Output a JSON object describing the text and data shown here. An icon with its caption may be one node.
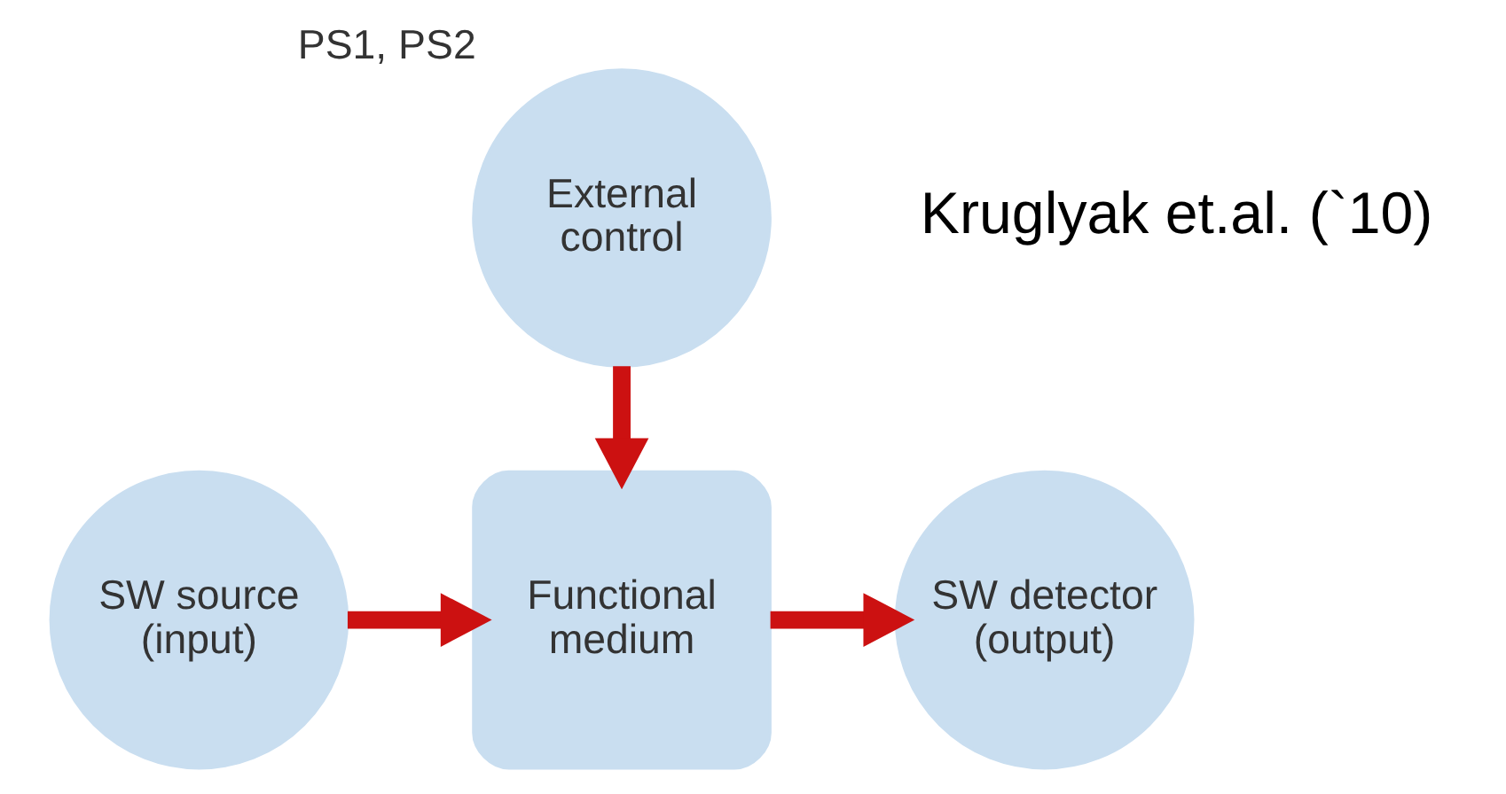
{
  "diagram": {
    "nodes": [
      {
        "text": [
          "External control"
        ],
        "beside": [
          "PS1, PS2"
        ]
      },
      {
        "text": [
          "SW source (input)"
        ]
      },
      {
        "text": [
          "Functional medium"
        ]
      },
      {
        "text": [
          "SW detector (output)"
        ]
      }
    ],
    "edges": [
      {
        "from": 0,
        "to": 2,
        "arrow": "to"
      },
      {
        "from": 1,
        "to": 2,
        "arrow": "to"
      },
      {
        "from": 2,
        "to": 3,
        "arrow": "to"
      }
    ],
    "labels": [
      "Kruglyak et.al. (`10)"
    ]
  }
}
